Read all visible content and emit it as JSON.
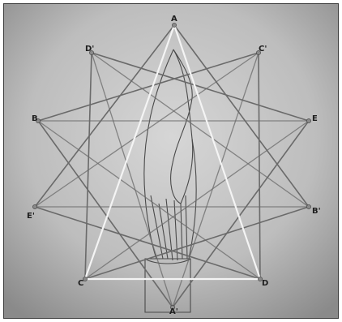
{
  "figure": {
    "colors": {
      "paper_light": "#d2d2d2",
      "paper_dark": "#8a8a8a",
      "star_lines": "#6a6a6a",
      "triangle": "#f4f4f4",
      "bulb_outline": "#4a4a4a",
      "vertex_dot": "#8a8a8a"
    },
    "labels": {
      "A": "A",
      "D_prime": "D'",
      "C_prime": "C'",
      "B": "B",
      "E": "E",
      "E_prime": "E'",
      "B_prime": "B'",
      "C": "C",
      "D": "D",
      "A_prime": "A'"
    }
  }
}
